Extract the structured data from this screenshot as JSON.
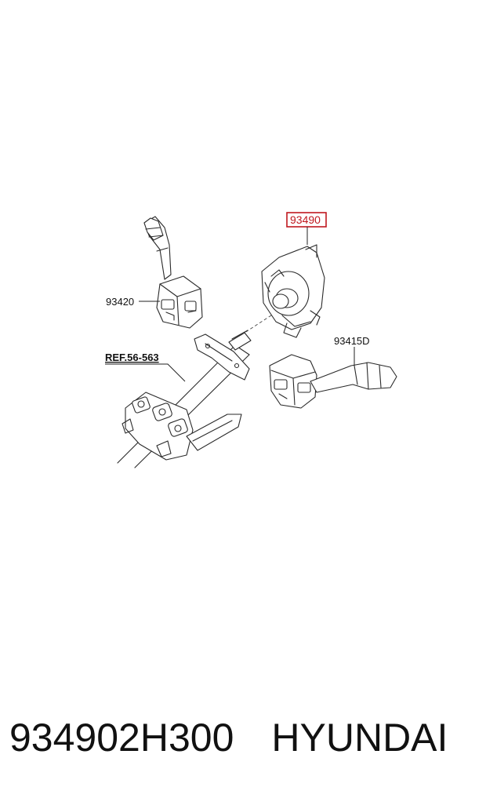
{
  "diagram": {
    "callouts": {
      "highlighted": "93490",
      "left_switch": "93420",
      "right_switch": "93415D",
      "reference": "REF.56-563"
    }
  },
  "caption": {
    "part_number": "934902H300",
    "brand": "HYUNDAI"
  },
  "colors": {
    "highlight": "#c0181f",
    "line": "#2a2a2a"
  }
}
